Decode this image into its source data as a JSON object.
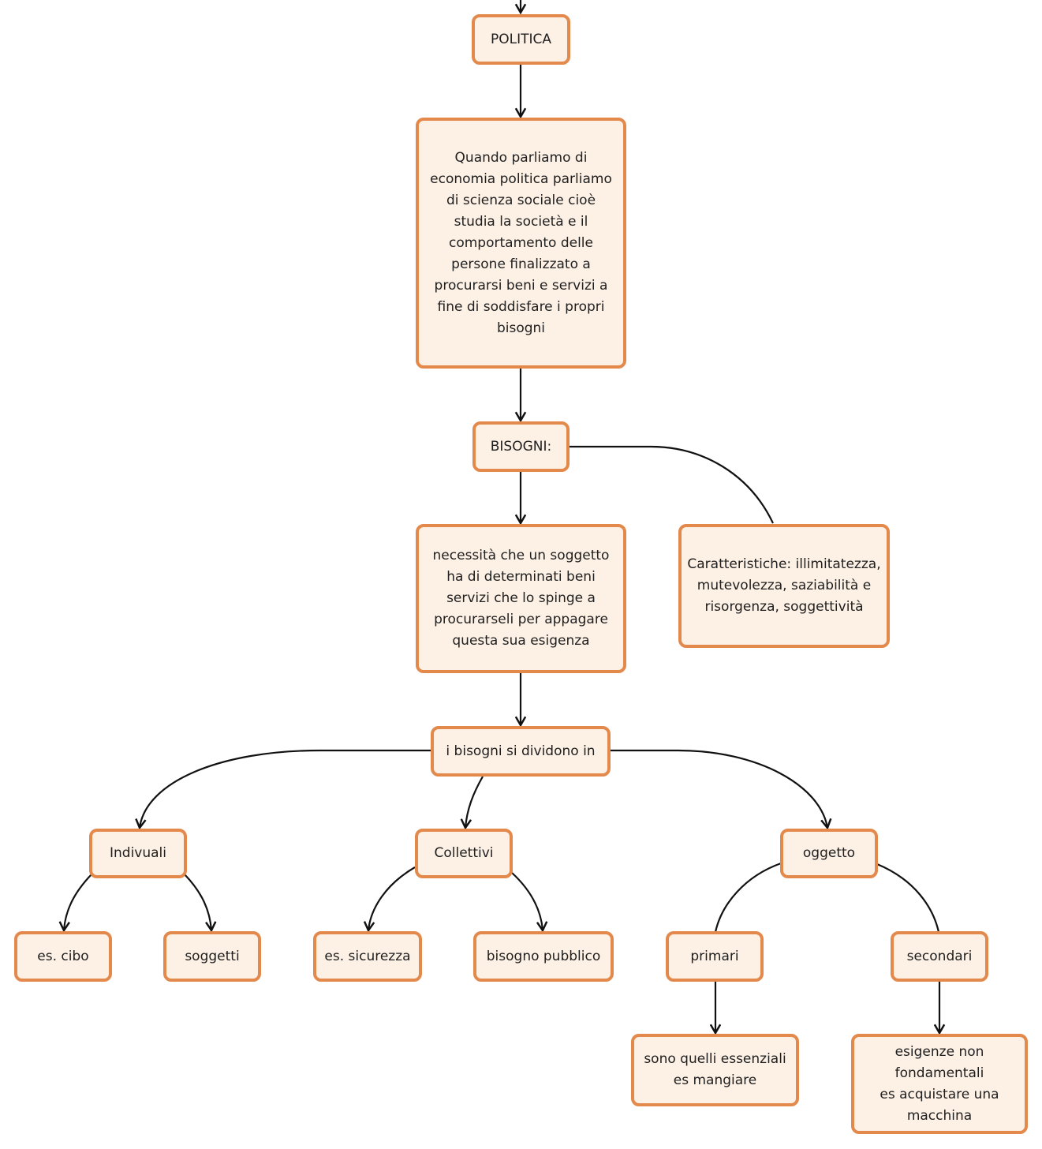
{
  "colors": {
    "node_fill": "#fdf0e5",
    "node_border": "#e3894c",
    "connector": "#111111",
    "text": "#1f1f1f"
  },
  "nodes": {
    "politica": "POLITICA",
    "definizione": "Quando parliamo di economia politica parliamo di scienza sociale cioè studia la società e  il comportamento delle persone finalizzato a procurarsi beni e servizi a fine di soddisfare i propri bisogni",
    "bisogni": "BISOGNI:",
    "necessita": "necessità che un soggetto ha di determinati beni servizi che lo spinge a procurarseli per appagare questa sua esigenza",
    "caratteristiche": "Caratteristiche: illimitatezza, mutevolezza, saziabilità e risorgenza, soggettività",
    "si_dividono": "i bisogni si dividono in",
    "individuali": "Indivuali",
    "collettivi": "Collettivi",
    "oggetto": "oggetto",
    "es_cibo": "es. cibo",
    "soggetti": "soggetti",
    "es_sicurezza": "es. sicurezza",
    "bisogno_pubblico": "bisogno pubblico",
    "primari": "primari",
    "secondari": "secondari",
    "essenziali": "sono quelli essenziali\nes mangiare",
    "non_fondamentali": "esigenze non fondamentali\nes acquistare una macchina"
  }
}
